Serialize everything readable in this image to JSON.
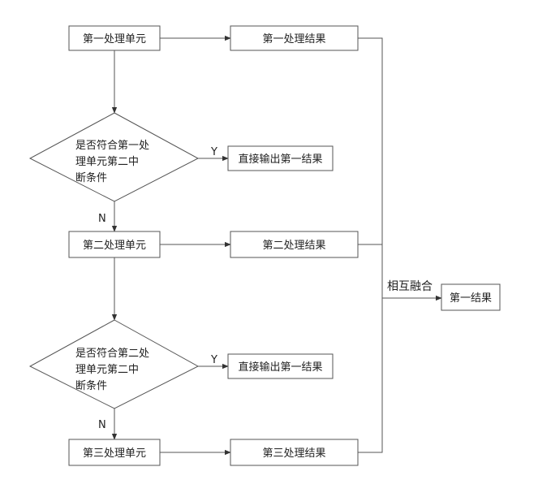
{
  "colors": {
    "line": "#555555",
    "text": "#222222",
    "background": "#ffffff"
  },
  "nodes": {
    "unit1": "第一处理单元",
    "result1": "第一处理结果",
    "decision1_lines": [
      "是否符合第一处",
      "理单元第二中",
      "断条件"
    ],
    "output1": "直接输出第一结果",
    "unit2": "第二处理单元",
    "result2": "第二处理结果",
    "decision2_lines": [
      "是否符合第二处",
      "理单元第二中",
      "断条件"
    ],
    "output2": "直接输出第一结果",
    "unit3": "第三处理单元",
    "result3": "第三处理结果",
    "fusion_label": "相互融合",
    "final": "第一结果"
  },
  "branch_labels": {
    "yes": "Y",
    "no": "N"
  }
}
